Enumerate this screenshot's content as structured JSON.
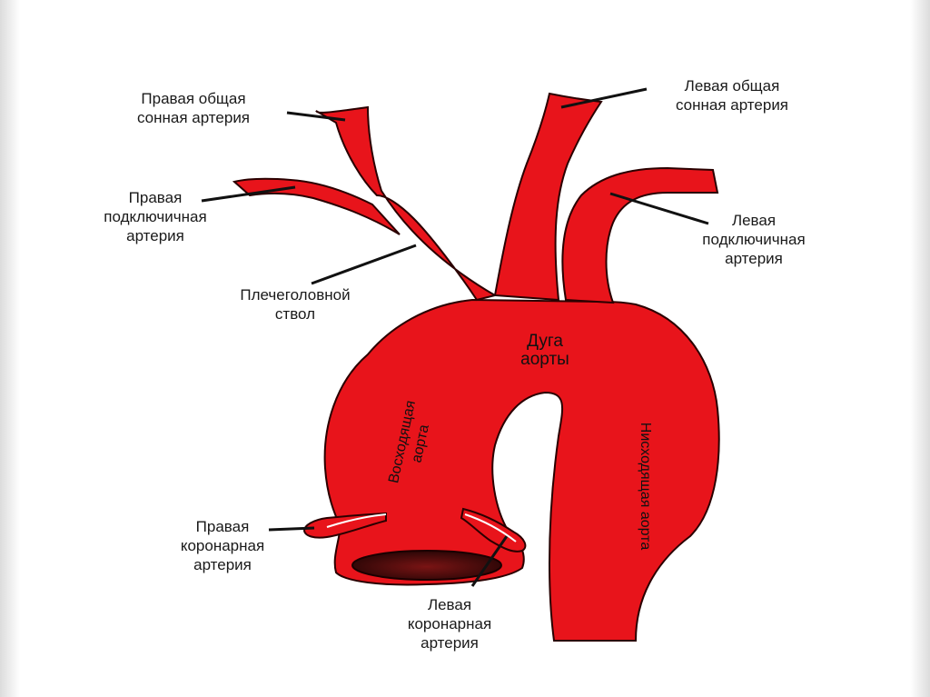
{
  "labels": {
    "right_common_carotid": "Правая общая\nсонная артерия",
    "left_common_carotid": "Левая общая\nсонная артерия",
    "right_subclavian": "Правая\nподключичная\nартерия",
    "left_subclavian": "Левая\nподключичная\nартерия",
    "brachiocephalic_trunk": "Плечеголовной\nствол",
    "aortic_arch": "Дуга\nаорты",
    "ascending_aorta": "Восходящая\nаорта",
    "descending_aorta": "Нисходящая аорта",
    "right_coronary": "Правая\nкоронарная\nартерия",
    "left_coronary": "Левая\nкоронарная\nартерия"
  },
  "colors": {
    "vessel": "#e8141b",
    "vessel_outline": "#2a0000",
    "lumen": "#5a0f0f",
    "leader_line": "#111111"
  }
}
